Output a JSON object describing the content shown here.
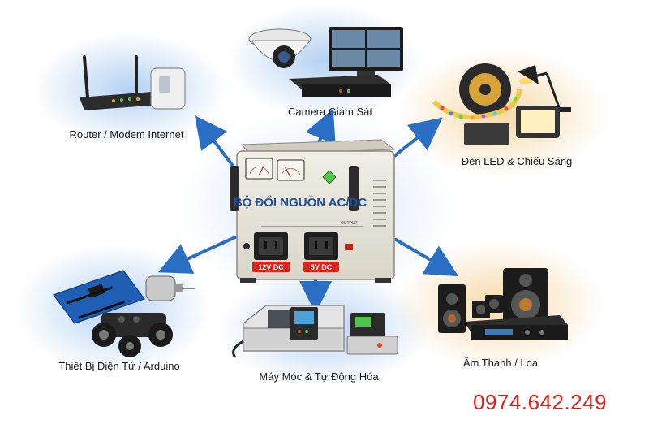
{
  "center": {
    "title": "BỘ ĐỔI NGUỒN AC/DC",
    "output_label": "OUTPUT",
    "out1": "12V DC",
    "out2": "5V DC"
  },
  "devices": {
    "camera": "Camera Giám Sát",
    "router": "Router / Modem Internet",
    "led": "Đèn LED & Chiếu Sáng",
    "arduino": "Thiết Bị Điện Tử / Arduino",
    "machine": "Máy Móc & Tự Động Hóa",
    "audio": "Âm Thanh / Loa"
  },
  "contact": {
    "phone": "0974.642.249"
  },
  "colors": {
    "arrow": "#2a6fc4",
    "accent_red": "#e0201b",
    "panel": "#1e4fa0"
  },
  "icons": [
    "camera-icon",
    "router-icon",
    "led-icon",
    "arduino-icon",
    "machine-icon",
    "speaker-icon"
  ]
}
